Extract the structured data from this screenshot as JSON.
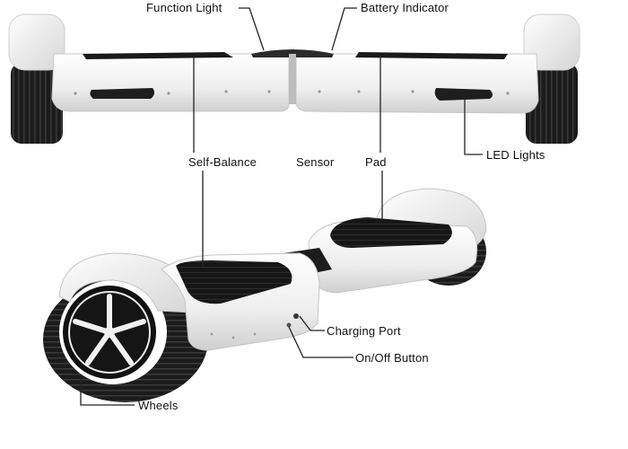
{
  "labels": {
    "function_light": "Function Light",
    "battery_indicator": "Battery Indicator",
    "led_lights": "LED Lights",
    "self_balance": "Self-Balance",
    "sensor": "Sensor",
    "pad": "Pad",
    "charging_port": "Charging Port",
    "on_off_button": "On/Off Button",
    "wheels": "Wheels"
  },
  "colors": {
    "body": "#f4f4f4",
    "body_shade": "#d8d8d8",
    "tire": "#1c1c1c",
    "pad": "#141414",
    "line": "#222222"
  }
}
